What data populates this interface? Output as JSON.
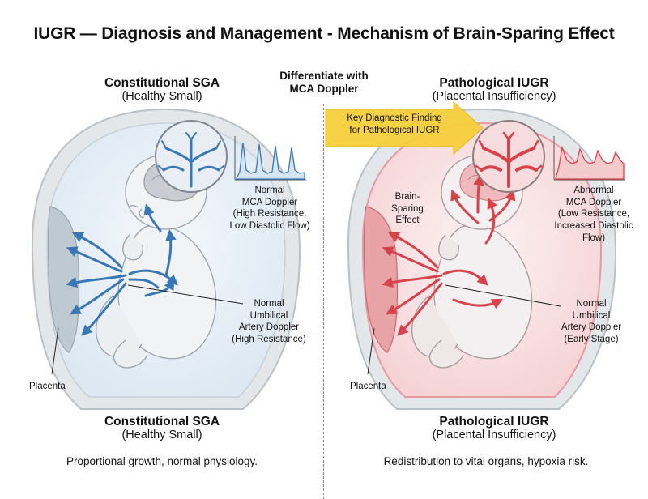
{
  "title": "IUGR — Diagnosis and Management - Mechanism of Brain-Sparing Effect",
  "center": {
    "heading_line1": "Differentiate with",
    "heading_line2": "MCA Doppler"
  },
  "banner": {
    "line1": "Key Diagnostic Finding",
    "line2": "for Pathological IUGR"
  },
  "left": {
    "top_title": "Constitutional SGA",
    "top_subtitle": "(Healthy Small)",
    "mca": [
      "Normal",
      "MCA Doppler",
      "(High Resistance,",
      "Low Diastolic Flow)"
    ],
    "umbilical": [
      "Normal",
      "Umbilical",
      "Artery Doppler",
      "(High Resistance)"
    ],
    "placenta": "Placenta",
    "bottom_title": "Constitutional SGA",
    "bottom_subtitle": "(Healthy Small)",
    "caption": "Proportional growth, normal physiology."
  },
  "right": {
    "top_title": "Pathological IUGR",
    "top_subtitle": "(Placental Insufficiency)",
    "mca": [
      "Abnormal",
      "MCA Doppler",
      "(Low Resistance,",
      "Increased Diastolic",
      "Flow)"
    ],
    "brain_sparing": [
      "Brain-",
      "Sparing",
      "Effect"
    ],
    "umbilical": [
      "Normal",
      "Umbilical",
      "Artery Doppler",
      "(Early Stage)"
    ],
    "placenta": "Placenta",
    "bottom_title": "Pathological IUGR",
    "bottom_subtitle": "(Placental Insufficiency)",
    "caption": "Redistribution to vital organs, hypoxia risk."
  },
  "colors": {
    "normal_flow": "#3a78b5",
    "abnormal_flow": "#d8424a",
    "banner": "#f6cf3a",
    "uterus_wall": "#cfd6dc"
  }
}
